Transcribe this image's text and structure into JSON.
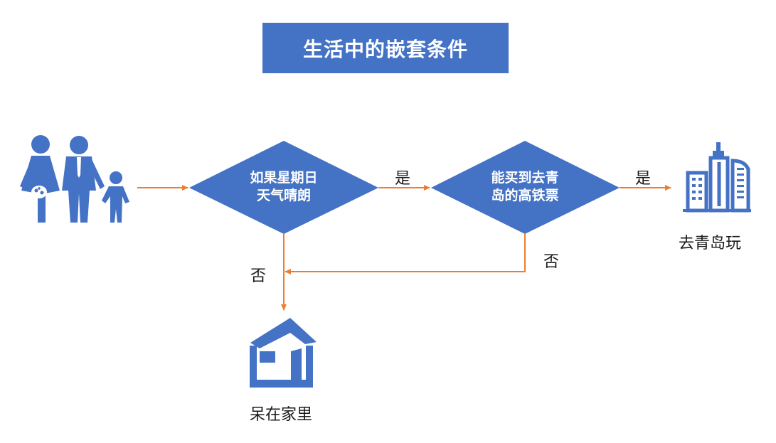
{
  "title": "生活中的嵌套条件",
  "nodes": {
    "cond1": {
      "line1": "如果星期日",
      "line2": "天气晴朗"
    },
    "cond2": {
      "line1": "能买到去青",
      "line2": "岛的高铁票"
    },
    "outcome_go": "去青岛玩",
    "outcome_stay": "呆在家里"
  },
  "edges": {
    "yes1": "是",
    "yes2": "是",
    "no1": "否",
    "no2": "否"
  },
  "colors": {
    "primary": "#4472c4",
    "arrow": "#ed7d31",
    "title_text": "#ffffff"
  },
  "icons": {
    "family": "family-icon",
    "city": "city-buildings-icon",
    "house": "house-icon"
  }
}
